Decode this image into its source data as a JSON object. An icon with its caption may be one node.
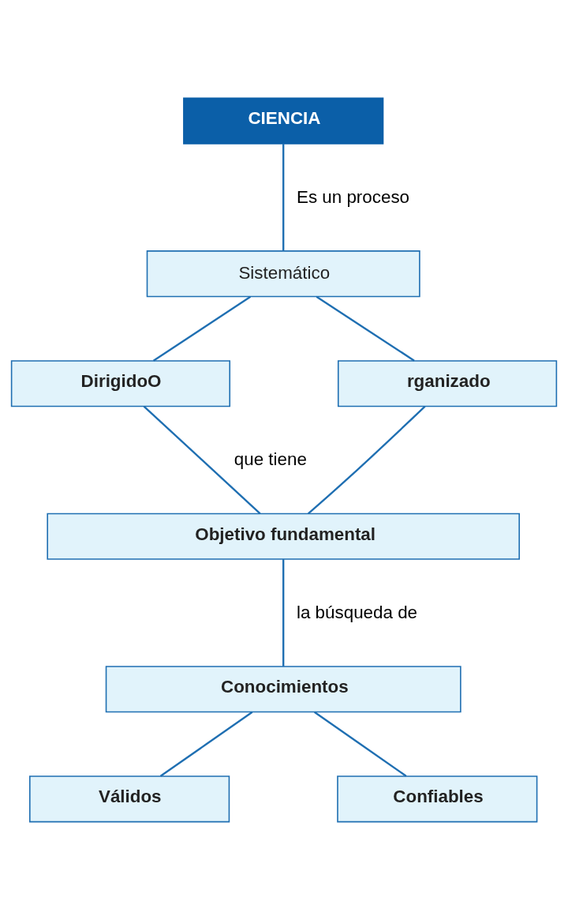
{
  "diagram": {
    "nodes": [
      {
        "text": [
          "CIENCIA"
        ]
      },
      {
        "text": [
          "Sistemático"
        ]
      },
      {
        "text": [
          "DirigidoO"
        ]
      },
      {
        "text": [
          "rganizado"
        ]
      },
      {
        "text": [
          "Objetivo fundamental"
        ]
      },
      {
        "text": [
          "Conocimientos"
        ]
      },
      {
        "text": [
          "Válidos"
        ]
      },
      {
        "text": [
          "Confiables"
        ]
      }
    ],
    "edges": [
      {
        "from": 0,
        "to": 1,
        "arrow": "none",
        "label": "Es un proceso"
      },
      {
        "from": 1,
        "to": 2,
        "arrow": "none"
      },
      {
        "from": 1,
        "to": 3,
        "arrow": "none"
      },
      {
        "from": 2,
        "to": 4,
        "arrow": "none",
        "label": "que tiene"
      },
      {
        "from": 3,
        "to": 4,
        "arrow": "none"
      },
      {
        "from": 4,
        "to": 5,
        "arrow": "none",
        "label": "la búsqueda de"
      },
      {
        "from": 5,
        "to": 6,
        "arrow": "none"
      },
      {
        "from": 5,
        "to": 7,
        "arrow": "none"
      }
    ]
  }
}
